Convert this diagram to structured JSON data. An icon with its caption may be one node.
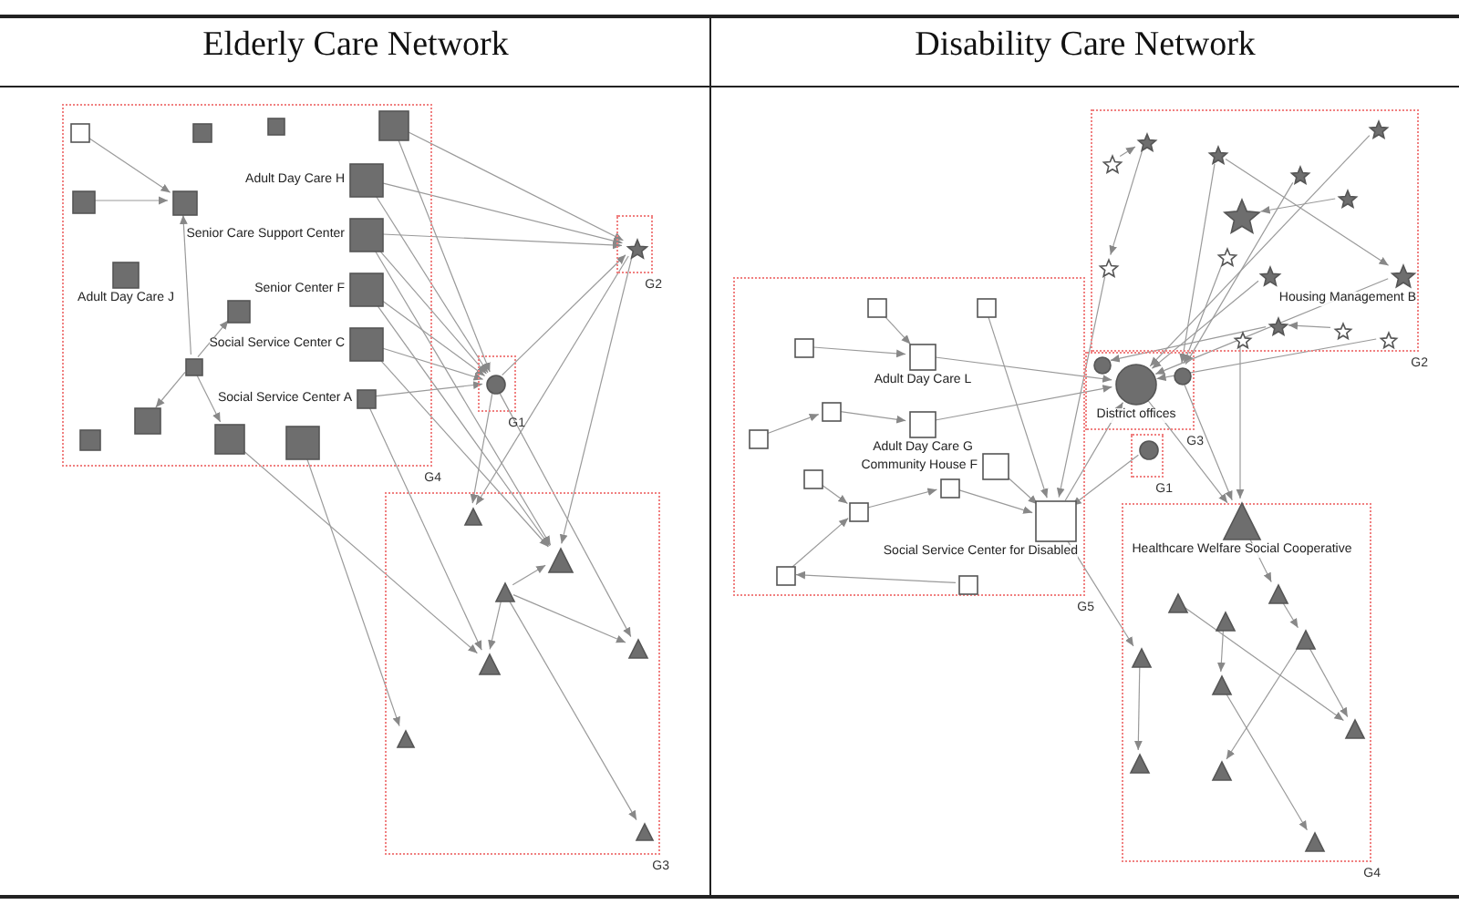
{
  "diagram": {
    "nodes": [
      {
        "text": [
          "G4"
        ]
      },
      {
        "text": [],
        "shape": "box",
        "in": 0
      },
      {
        "text": [],
        "shape": "box",
        "in": 0
      },
      {
        "text": [],
        "shape": "box",
        "in": 0
      },
      {
        "text": [],
        "shape": "box",
        "in": 0
      },
      {
        "text": [],
        "shape": "box",
        "in": 0
      },
      {
        "text": [
          "Adult Day Care H"
        ],
        "in": 0
      },
      {
        "text": [],
        "shape": "box",
        "in": 0
      },
      {
        "text": [],
        "shape": "box",
        "in": 0
      },
      {
        "text": [],
        "shape": "box",
        "in": 0
      },
      {
        "text": [],
        "shape": "box",
        "in": 0
      },
      {
        "text": [],
        "shape": "box",
        "in": 0
      },
      {
        "text": [],
        "shape": "box",
        "in": 0
      },
      {
        "text": [
          "Adult Day Care J"
        ],
        "in": 0
      },
      {
        "text": [
          "Senior Care Support Center"
        ],
        "in": 0
      },
      {
        "text": [
          "Senior Center F"
        ],
        "in": 0
      },
      {
        "text": [],
        "shape": "box",
        "in": 0
      },
      {
        "text": [
          "Social Service Center C"
        ],
        "in": 0
      },
      {
        "text": [
          "Social Service Center A"
        ],
        "in": 0
      },
      {
        "text": [
          "G1"
        ]
      },
      {
        "text": [],
        "shape": "circle",
        "in": 19
      },
      {
        "text": [
          "G2"
        ]
      },
      {
        "text": [],
        "shape": "star",
        "in": 21
      },
      {
        "text": [
          "G3"
        ]
      },
      {
        "text": [],
        "shape": "triangle",
        "in": 23
      },
      {
        "text": [],
        "shape": "triangle",
        "in": 23
      },
      {
        "text": [],
        "shape": "triangle",
        "in": 23
      },
      {
        "text": [],
        "shape": "triangle",
        "in": 23
      },
      {
        "text": [],
        "shape": "triangle",
        "in": 23
      },
      {
        "text": [],
        "shape": "triangle",
        "in": 23
      },
      {
        "text": [],
        "shape": "triangle",
        "in": 23
      },
      {
        "text": [
          "G2"
        ]
      },
      {
        "text": [],
        "shape": "star",
        "in": 31
      },
      {
        "text": [],
        "shape": "star",
        "in": 31
      },
      {
        "text": [],
        "shape": "star",
        "in": 31
      },
      {
        "text": [],
        "shape": "star",
        "in": 31
      },
      {
        "text": [],
        "shape": "star",
        "in": 31
      },
      {
        "text": [],
        "shape": "star",
        "in": 31
      },
      {
        "text": [],
        "shape": "star",
        "in": 31
      },
      {
        "text": [],
        "shape": "star",
        "in": 31
      },
      {
        "text": [],
        "shape": "star",
        "in": 31
      },
      {
        "text": [],
        "shape": "star",
        "in": 31
      },
      {
        "text": [],
        "shape": "star",
        "in": 31
      },
      {
        "text": [
          "Housing Management B"
        ],
        "in": 31
      },
      {
        "text": [],
        "shape": "star",
        "in": 31
      },
      {
        "text": [],
        "shape": "star",
        "in": 31
      },
      {
        "text": [],
        "shape": "star",
        "in": 31
      },
      {
        "text": [
          "G3"
        ]
      },
      {
        "text": [],
        "shape": "circle",
        "in": 47
      },
      {
        "text": [
          "District offices"
        ],
        "in": 47
      },
      {
        "text": [],
        "shape": "circle",
        "in": 47
      },
      {
        "text": [
          "G1"
        ]
      },
      {
        "text": [],
        "shape": "circle",
        "in": 51
      },
      {
        "text": [
          "G5"
        ]
      },
      {
        "text": [],
        "shape": "box",
        "in": 53
      },
      {
        "text": [],
        "shape": "box",
        "in": 53
      },
      {
        "text": [],
        "shape": "box",
        "in": 53
      },
      {
        "text": [
          "Adult Day Care L"
        ],
        "in": 53
      },
      {
        "text": [
          "Adult Day Care G"
        ],
        "in": 53
      },
      {
        "text": [],
        "shape": "box",
        "in": 53
      },
      {
        "text": [],
        "shape": "box",
        "in": 53
      },
      {
        "text": [],
        "shape": "box",
        "in": 53
      },
      {
        "text": [],
        "shape": "box",
        "in": 53
      },
      {
        "text": [],
        "shape": "box",
        "in": 53
      },
      {
        "text": [
          "Social Service Center for Disabled"
        ],
        "in": 53
      },
      {
        "text": [
          "Community House F"
        ],
        "in": 53
      },
      {
        "text": [],
        "shape": "box",
        "in": 53
      },
      {
        "text": [],
        "shape": "box",
        "in": 53
      },
      {
        "text": [
          "G4"
        ]
      },
      {
        "text": [
          "Healthcare Welfare Social Cooperative"
        ],
        "in": 68
      },
      {
        "text": [],
        "shape": "triangle",
        "in": 68
      },
      {
        "text": [],
        "shape": "triangle",
        "in": 68
      },
      {
        "text": [],
        "shape": "triangle",
        "in": 68
      },
      {
        "text": [],
        "shape": "triangle",
        "in": 68
      },
      {
        "text": [],
        "shape": "triangle",
        "in": 68
      },
      {
        "text": [],
        "shape": "triangle",
        "in": 68
      },
      {
        "text": [],
        "shape": "triangle",
        "in": 68
      },
      {
        "text": [],
        "shape": "triangle",
        "in": 68
      },
      {
        "text": [],
        "shape": "triangle",
        "in": 68
      },
      {
        "text": [],
        "shape": "triangle",
        "in": 68
      }
    ],
    "edges": [
      {
        "from": 1,
        "to": 4,
        "arrow": "to"
      },
      {
        "from": 2,
        "to": 4,
        "arrow": "to"
      },
      {
        "from": 2,
        "to": 8,
        "arrow": "to"
      },
      {
        "from": 2,
        "to": 9,
        "arrow": "to"
      },
      {
        "from": 2,
        "to": 12,
        "arrow": "to"
      },
      {
        "from": 6,
        "to": 20,
        "arrow": "to"
      },
      {
        "from": 11,
        "to": 20,
        "arrow": "to"
      },
      {
        "from": 14,
        "to": 20,
        "arrow": "to"
      },
      {
        "from": 15,
        "to": 20,
        "arrow": "to"
      },
      {
        "from": 17,
        "to": 20,
        "arrow": "to"
      },
      {
        "from": 18,
        "to": 20,
        "arrow": "to"
      },
      {
        "from": 5,
        "to": 4,
        "arrow": "to"
      },
      {
        "from": 6,
        "to": 22,
        "arrow": "to"
      },
      {
        "from": 11,
        "to": 22,
        "arrow": "to"
      },
      {
        "from": 14,
        "to": 22,
        "arrow": "to"
      },
      {
        "from": 20,
        "to": 22,
        "arrow": "to"
      },
      {
        "from": 22,
        "to": 24,
        "arrow": "to"
      },
      {
        "from": 22,
        "to": 25,
        "arrow": "to"
      },
      {
        "from": 20,
        "to": 24,
        "arrow": "to"
      },
      {
        "from": 20,
        "to": 27,
        "arrow": "to"
      },
      {
        "from": 26,
        "to": 25,
        "arrow": "to"
      },
      {
        "from": 26,
        "to": 27,
        "arrow": "to"
      },
      {
        "from": 26,
        "to": 30,
        "arrow": "to"
      },
      {
        "from": 26,
        "to": 28,
        "arrow": "to"
      },
      {
        "from": 14,
        "to": 25,
        "arrow": "to"
      },
      {
        "from": 17,
        "to": 25,
        "arrow": "to"
      },
      {
        "from": 18,
        "to": 28,
        "arrow": "to"
      },
      {
        "from": 16,
        "to": 29,
        "arrow": "to"
      },
      {
        "from": 12,
        "to": 28,
        "arrow": "to"
      },
      {
        "from": 15,
        "to": 25,
        "arrow": "to"
      },
      {
        "from": 32,
        "to": 33,
        "arrow": "to"
      },
      {
        "from": 36,
        "to": 49,
        "arrow": "to"
      },
      {
        "from": 40,
        "to": 49,
        "arrow": "to"
      },
      {
        "from": 41,
        "to": 45,
        "arrow": "to"
      },
      {
        "from": 37,
        "to": 38,
        "arrow": "to"
      },
      {
        "from": 34,
        "to": 43,
        "arrow": "to"
      },
      {
        "from": 35,
        "to": 50,
        "arrow": "to"
      },
      {
        "from": 45,
        "to": 48,
        "arrow": "to"
      },
      {
        "from": 39,
        "to": 49,
        "arrow": "to"
      },
      {
        "from": 33,
        "to": 46,
        "arrow": "to"
      },
      {
        "from": 34,
        "to": 50,
        "arrow": "to"
      },
      {
        "from": 42,
        "to": 50,
        "arrow": "to"
      },
      {
        "from": 46,
        "to": 64,
        "arrow": "to"
      },
      {
        "from": 43,
        "to": 49,
        "arrow": "to"
      },
      {
        "from": 44,
        "to": 69,
        "arrow": "to"
      },
      {
        "from": 54,
        "to": 57,
        "arrow": "to"
      },
      {
        "from": 55,
        "to": 64,
        "arrow": "to"
      },
      {
        "from": 56,
        "to": 57,
        "arrow": "to"
      },
      {
        "from": 59,
        "to": 58,
        "arrow": "to"
      },
      {
        "from": 60,
        "to": 59,
        "arrow": "to"
      },
      {
        "from": 61,
        "to": 63,
        "arrow": "to"
      },
      {
        "from": 62,
        "to": 64,
        "arrow": "to"
      },
      {
        "from": 63,
        "to": 62,
        "arrow": "to"
      },
      {
        "from": 65,
        "to": 64,
        "arrow": "to"
      },
      {
        "from": 66,
        "to": 67,
        "arrow": "to"
      },
      {
        "from": 67,
        "to": 63,
        "arrow": "to"
      },
      {
        "from": 57,
        "to": 49,
        "arrow": "to"
      },
      {
        "from": 58,
        "to": 49,
        "arrow": "to"
      },
      {
        "from": 64,
        "to": 49,
        "arrow": "to"
      },
      {
        "from": 49,
        "to": 69,
        "arrow": "to"
      },
      {
        "from": 52,
        "to": 64,
        "arrow": "to"
      },
      {
        "from": 50,
        "to": 69,
        "arrow": "to"
      },
      {
        "from": 69,
        "to": 72,
        "arrow": "to"
      },
      {
        "from": 71,
        "to": 75,
        "arrow": "to"
      },
      {
        "from": 72,
        "to": 73,
        "arrow": "to"
      },
      {
        "from": 70,
        "to": 76,
        "arrow": "to"
      },
      {
        "from": 74,
        "to": 77,
        "arrow": "to"
      },
      {
        "from": 73,
        "to": 78,
        "arrow": "to"
      },
      {
        "from": 75,
        "to": 79,
        "arrow": "to"
      },
      {
        "from": 73,
        "to": 76,
        "arrow": "to"
      },
      {
        "from": 64,
        "to": 74,
        "arrow": "to"
      }
    ],
    "labels": [
      "Elderly Care Network",
      "Disability Care Network"
    ]
  }
}
